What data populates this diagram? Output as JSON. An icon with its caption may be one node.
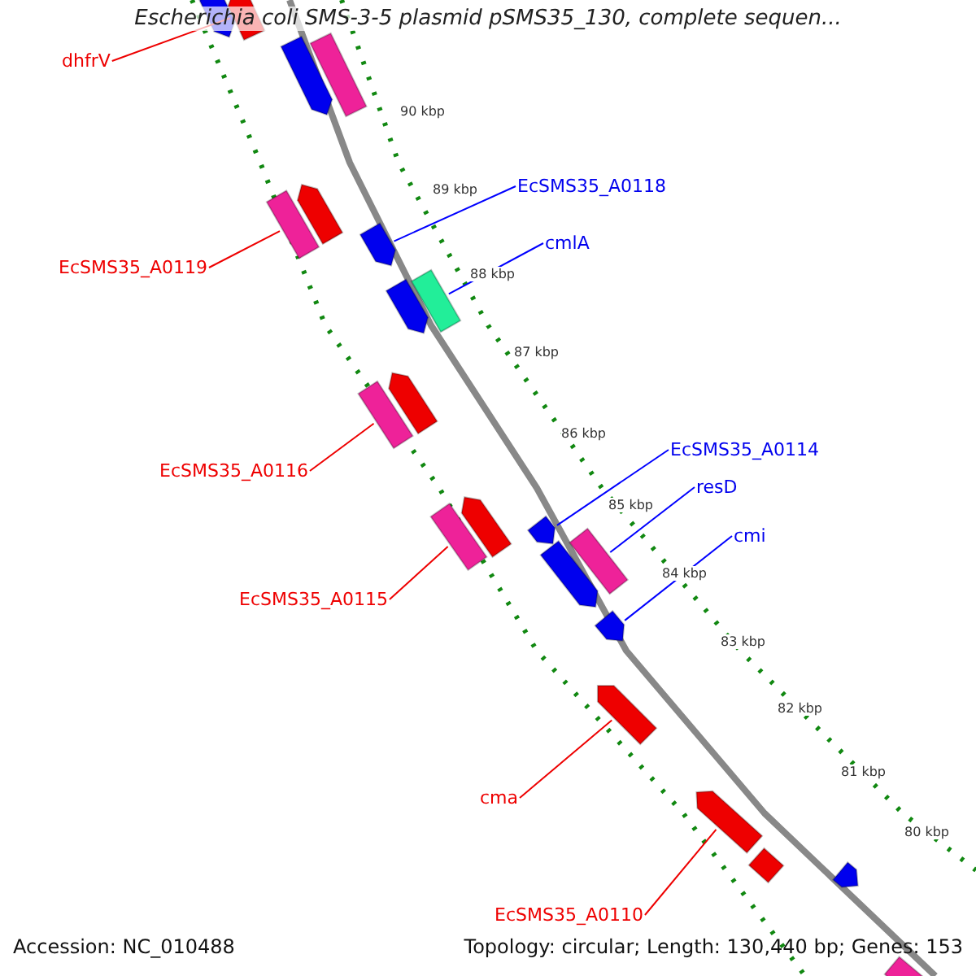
{
  "diagram": {
    "title": "Escherichia coli SMS-3-5 plasmid pSMS35_130, complete sequen...",
    "nodes": [
      {
        "text": [
          "dhfrV"
        ]
      },
      {
        "text": [],
        "shape": "bar"
      },
      {
        "text": [
          "EcSMS35_A0118"
        ]
      },
      {
        "text": [],
        "shape": "bar"
      },
      {
        "text": [
          "cmlA"
        ]
      },
      {
        "text": [],
        "shape": "bar"
      },
      {
        "text": [
          "EcSMS35_A0119"
        ]
      },
      {
        "text": [],
        "shape": "bar"
      },
      {
        "text": [
          "EcSMS35_A0116"
        ]
      },
      {
        "text": [],
        "shape": "bar"
      },
      {
        "text": [
          "EcSMS35_A0114"
        ]
      },
      {
        "text": [],
        "shape": "bar"
      },
      {
        "text": [
          "resD"
        ]
      },
      {
        "text": [],
        "shape": "bar"
      },
      {
        "text": [
          "cmi"
        ]
      },
      {
        "text": [],
        "shape": "bar"
      },
      {
        "text": [
          "EcSMS35_A0115"
        ]
      },
      {
        "text": [],
        "shape": "bar"
      },
      {
        "text": [
          "cma"
        ]
      },
      {
        "text": [],
        "shape": "bar"
      },
      {
        "text": [
          "EcSMS35_A0110"
        ]
      },
      {
        "text": [],
        "shape": "bar"
      },
      {
        "text": [],
        "shape": "bar"
      },
      {
        "text": [],
        "shape": "bar"
      },
      {
        "text": [],
        "shape": "bar"
      },
      {
        "text": [],
        "shape": "bar"
      },
      {
        "text": [],
        "shape": "bar"
      },
      {
        "text": [],
        "shape": "bar"
      },
      {
        "text": [],
        "shape": "bar"
      },
      {
        "text": [],
        "shape": "bar"
      },
      {
        "text": [],
        "shape": "bar"
      },
      {
        "text": [],
        "shape": "bar"
      },
      {
        "text": [],
        "shape": "bar"
      }
    ],
    "edges": [
      {
        "from": 0,
        "to": 1,
        "arrow": "none"
      },
      {
        "from": 2,
        "to": 3,
        "arrow": "none",
        "color": "#0000ff"
      },
      {
        "from": 4,
        "to": 5,
        "arrow": "none",
        "color": "#0000ff"
      },
      {
        "from": 6,
        "to": 7,
        "arrow": "none"
      },
      {
        "from": 8,
        "to": 9,
        "arrow": "none"
      },
      {
        "from": 10,
        "to": 11,
        "arrow": "none",
        "color": "#0000ff"
      },
      {
        "from": 12,
        "to": 13,
        "arrow": "none",
        "color": "#0000ff"
      },
      {
        "from": 14,
        "to": 15,
        "arrow": "none",
        "color": "#0000ff"
      },
      {
        "from": 16,
        "to": 17,
        "arrow": "none"
      },
      {
        "from": 18,
        "to": 19,
        "arrow": "none"
      },
      {
        "from": 20,
        "to": 21,
        "arrow": "none"
      }
    ],
    "labels": [
      "90 kbp",
      "89 kbp",
      "88 kbp",
      "87 kbp",
      "86 kbp",
      "85 kbp",
      "84 kbp",
      "83 kbp",
      "82 kbp",
      "81 kbp",
      "80 kbp",
      "Accession: NC_010488",
      "Topology: circular; Length: 130,440 bp; Genes: 153"
    ]
  }
}
